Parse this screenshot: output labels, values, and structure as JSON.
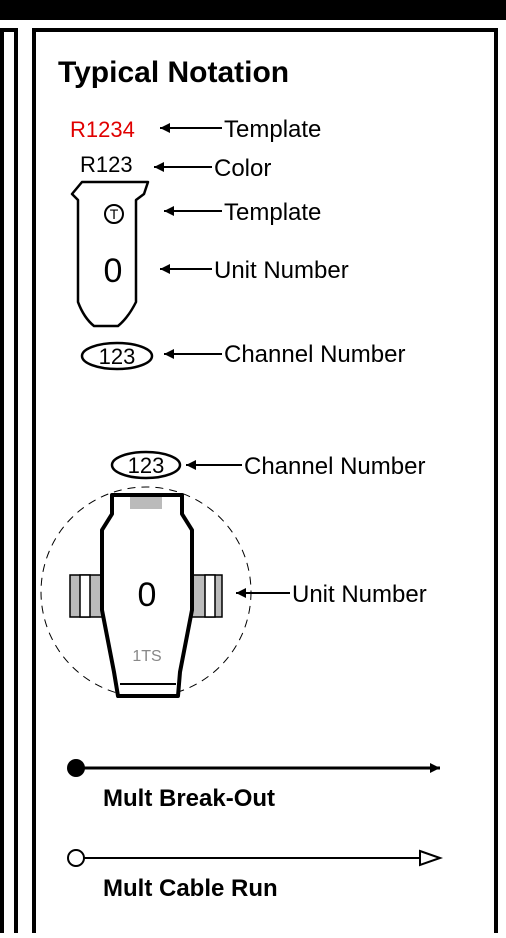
{
  "legend": {
    "title": "Typical Notation",
    "labels": {
      "template_text": "R1234",
      "template_text_label": "Template",
      "color_text": "R123",
      "color_label": "Color",
      "template_symbol": "T",
      "template_symbol_label": "Template",
      "unit_number": "0",
      "unit_number_label": "Unit Number",
      "channel_number": "123",
      "channel_number_label": "Channel Number"
    },
    "fixture2": {
      "channel_number": "123",
      "channel_number_label": "Channel Number",
      "unit_number": "0",
      "unit_number_label": "Unit Number",
      "type_label": "1TS"
    },
    "lines": {
      "breakout_label": "Mult Break-Out",
      "cable_run_label": "Mult Cable Run"
    }
  },
  "colors": {
    "template_text": "#e00000",
    "ink": "#000000",
    "gray_fill": "#bbbbbb",
    "dim_text": "#888888"
  }
}
